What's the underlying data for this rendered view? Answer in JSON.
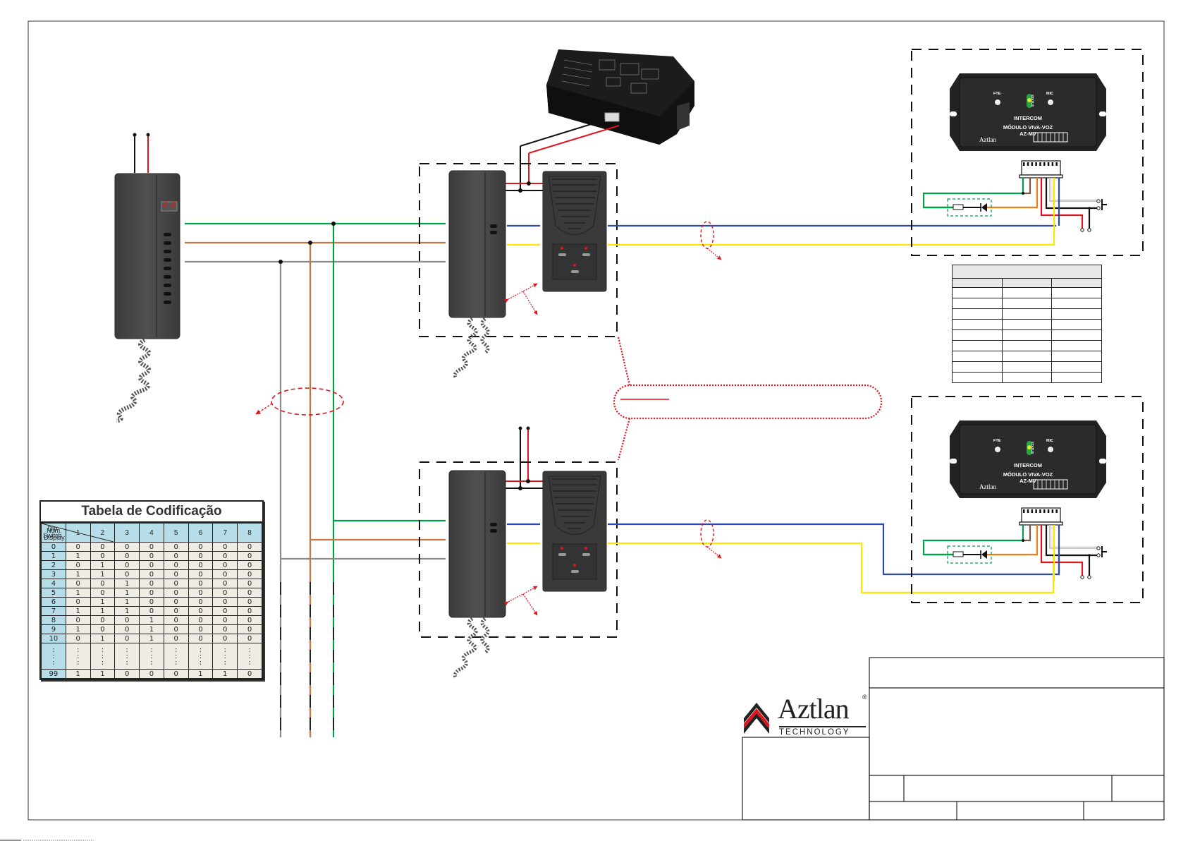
{
  "diagram": {
    "type": "wiring-diagram",
    "description": "Intercom wiring diagram: master handset with display connected via 3-wire bus to two apartment handset + door panel units, each linked to AZ-MV hands-free modules"
  },
  "wire_colors": {
    "green": "#00a04a",
    "brown": "#c8743f",
    "gray": "#8a8a8a",
    "blue": "#2e4aa8",
    "yellow": "#ffe600",
    "red": "#e0141e",
    "black": "#111111",
    "orange": "#ef7d1a",
    "callout_red": "#e3141c"
  },
  "master_handset": {
    "display_text": "8.8",
    "power_wires": [
      "black",
      "red"
    ]
  },
  "bus_wires": [
    "green",
    "brown",
    "gray"
  ],
  "units": [
    {
      "id": "unit-1",
      "signal_wires": [
        "blue",
        "yellow"
      ],
      "power_wires": [
        "black",
        "red"
      ]
    },
    {
      "id": "unit-2",
      "signal_wires": [
        "blue",
        "yellow"
      ],
      "power_wires": [
        "black",
        "red"
      ]
    }
  ],
  "azmv_module": {
    "label_fte": "FTE",
    "label_mic": "MIC",
    "label_status": "STATUS",
    "label_intercom": "INTERCOM",
    "label_title": "MÓDULO VIVA-VOZ",
    "label_model": "AZ-MV",
    "brand": "Aztlan"
  },
  "dip_table": {
    "title": "Tabela de Codificação",
    "corner_top": "Dip Switch",
    "corner_bottom": "Num. Display",
    "columns": [
      "1",
      "2",
      "3",
      "4",
      "5",
      "6",
      "7",
      "8"
    ],
    "rows": [
      {
        "display": "0",
        "bits": [
          "0",
          "0",
          "0",
          "0",
          "0",
          "0",
          "0",
          "0"
        ]
      },
      {
        "display": "1",
        "bits": [
          "1",
          "0",
          "0",
          "0",
          "0",
          "0",
          "0",
          "0"
        ]
      },
      {
        "display": "2",
        "bits": [
          "0",
          "1",
          "0",
          "0",
          "0",
          "0",
          "0",
          "0"
        ]
      },
      {
        "display": "3",
        "bits": [
          "1",
          "1",
          "0",
          "0",
          "0",
          "0",
          "0",
          "0"
        ]
      },
      {
        "display": "4",
        "bits": [
          "0",
          "0",
          "1",
          "0",
          "0",
          "0",
          "0",
          "0"
        ]
      },
      {
        "display": "5",
        "bits": [
          "1",
          "0",
          "1",
          "0",
          "0",
          "0",
          "0",
          "0"
        ]
      },
      {
        "display": "6",
        "bits": [
          "0",
          "1",
          "1",
          "0",
          "0",
          "0",
          "0",
          "0"
        ]
      },
      {
        "display": "7",
        "bits": [
          "1",
          "1",
          "1",
          "0",
          "0",
          "0",
          "0",
          "0"
        ]
      },
      {
        "display": "8",
        "bits": [
          "0",
          "0",
          "0",
          "1",
          "0",
          "0",
          "0",
          "0"
        ]
      },
      {
        "display": "9",
        "bits": [
          "1",
          "0",
          "0",
          "1",
          "0",
          "0",
          "0",
          "0"
        ]
      },
      {
        "display": "10",
        "bits": [
          "0",
          "1",
          "0",
          "1",
          "0",
          "0",
          "0",
          "0"
        ]
      }
    ],
    "ellipsis": ":",
    "last_row": {
      "display": "99",
      "bits": [
        "1",
        "1",
        "0",
        "0",
        "0",
        "1",
        "1",
        "0"
      ]
    }
  },
  "blank_table": {
    "columns": 3,
    "rows": 9
  },
  "logo": {
    "name": "Aztlan",
    "subtitle": "TECHNOLOGY",
    "registered": "®"
  }
}
